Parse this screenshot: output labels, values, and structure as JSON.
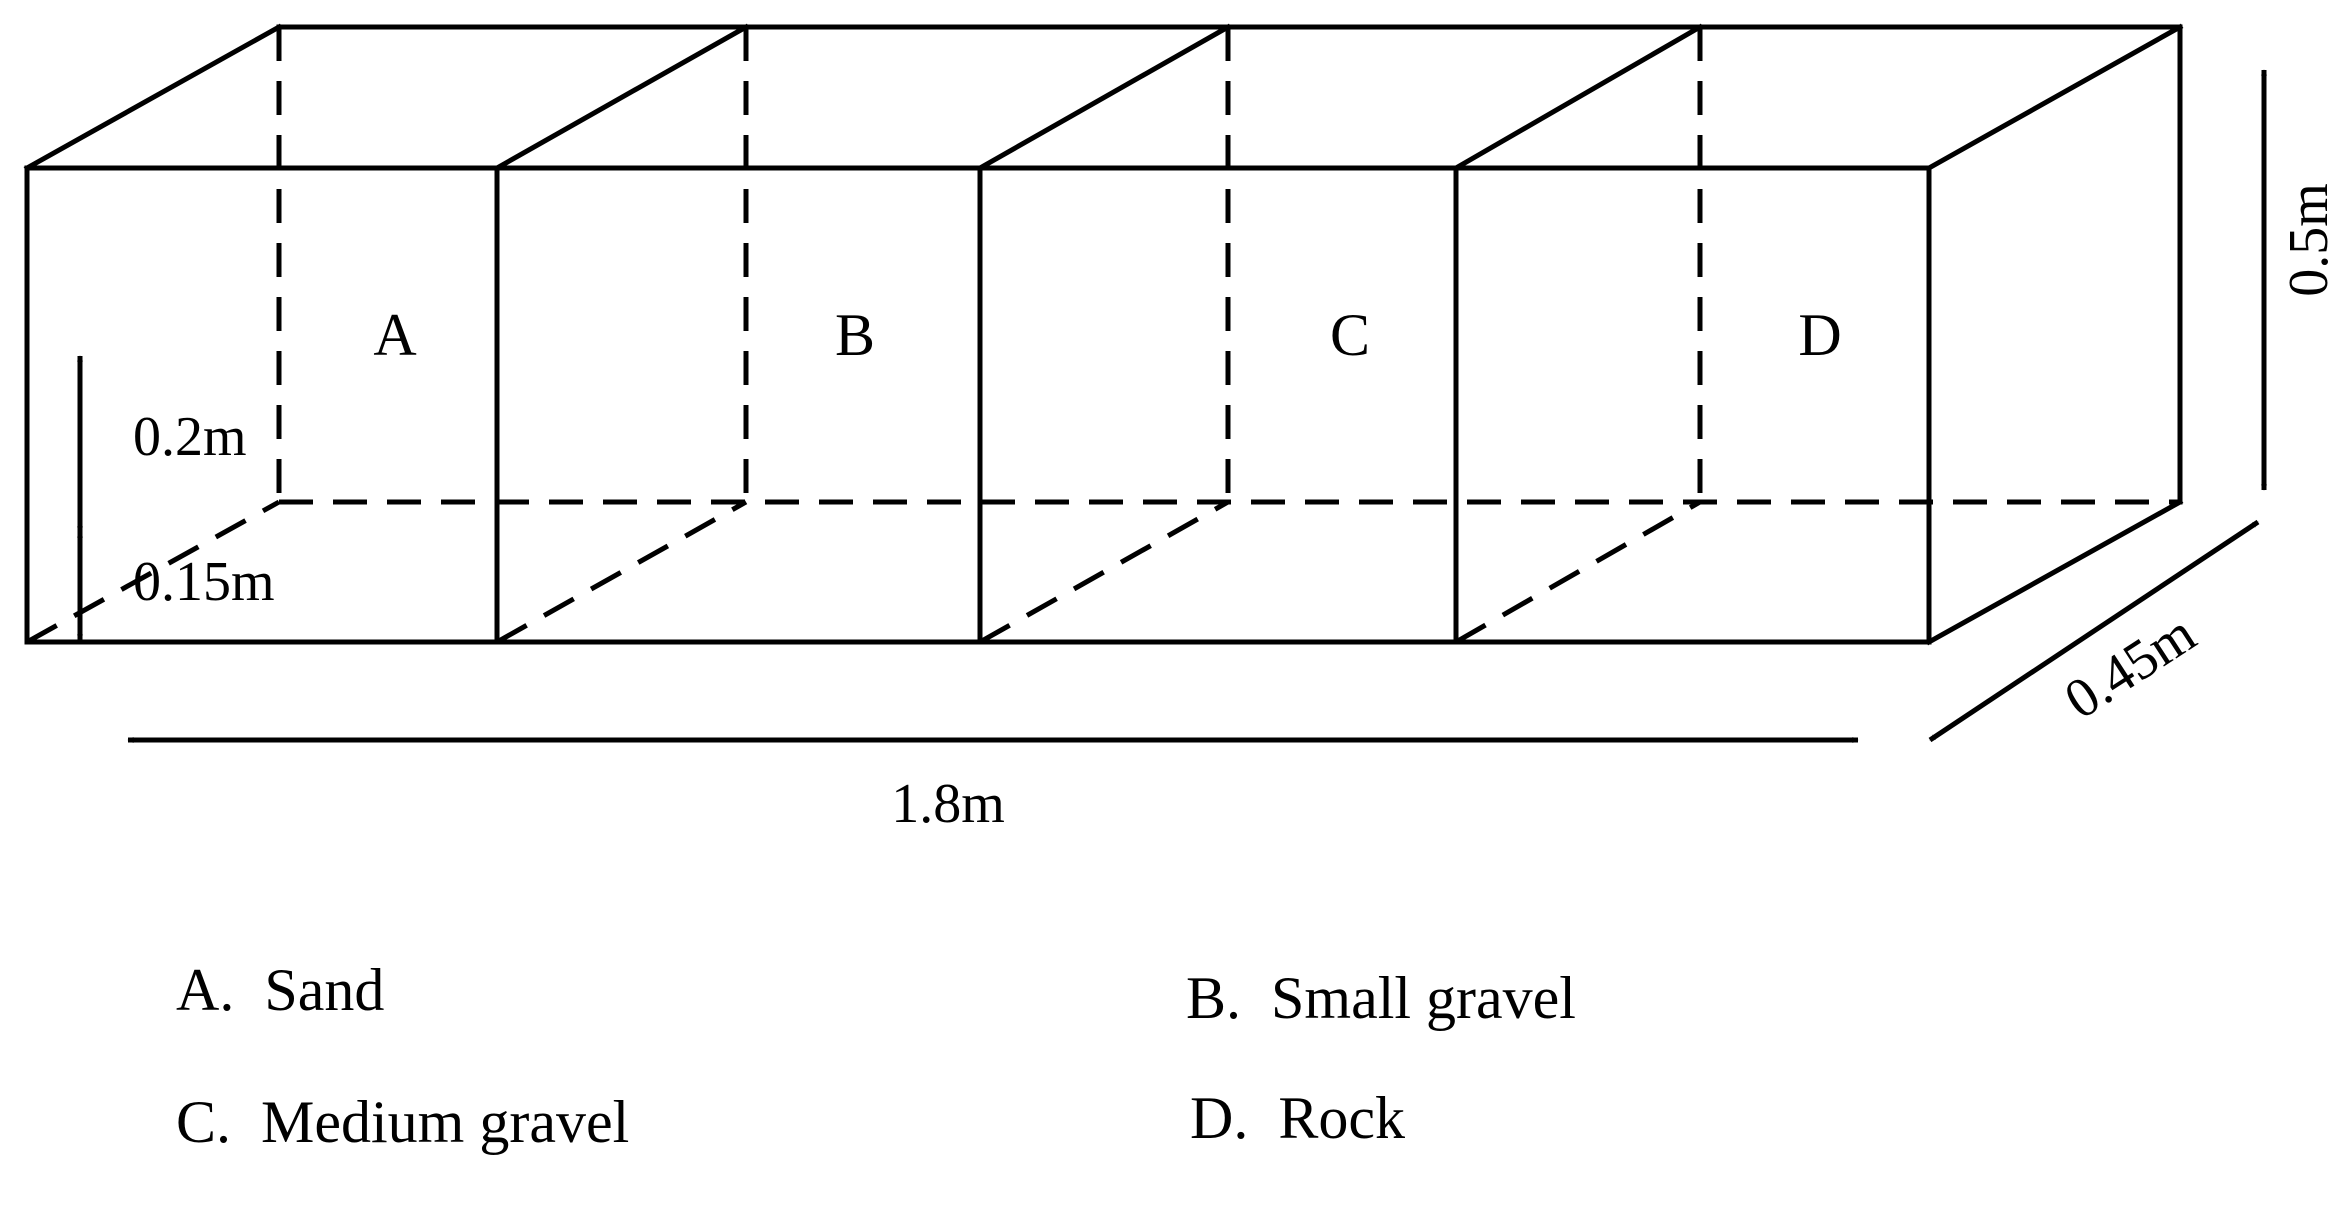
{
  "compartments": [
    {
      "letter": "A",
      "material": "Sand"
    },
    {
      "letter": "B",
      "material": "Small gravel"
    },
    {
      "letter": "C",
      "material": "Medium gravel"
    },
    {
      "letter": "D",
      "material": "Rock"
    }
  ],
  "dimensions": {
    "length": "1.8m",
    "width": "0.45m",
    "height": "0.5m",
    "upper_layer": "0.2m",
    "lower_layer": "0.15m"
  },
  "legend": [
    {
      "letter": "A.",
      "text": "Sand"
    },
    {
      "letter": "B.",
      "text": "Small gravel"
    },
    {
      "letter": "C.",
      "text": "Medium gravel"
    },
    {
      "letter": "D.",
      "text": "Rock"
    }
  ]
}
